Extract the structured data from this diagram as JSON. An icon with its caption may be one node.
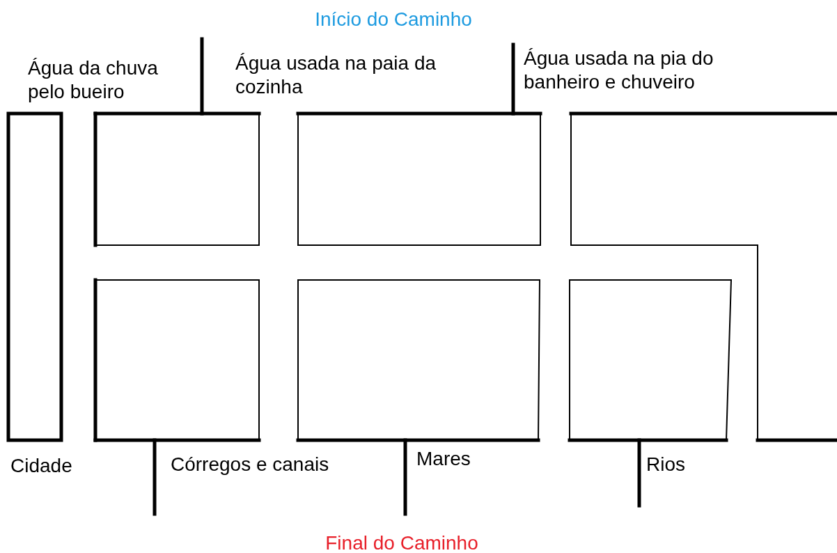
{
  "diagram": {
    "title": "Início do Caminho",
    "caption": "Final do Caminho",
    "labels": [
      "Água da chuva pelo bueiro",
      "Água usada na paia da cozinha",
      "Água usada na pia do banheiro e chuveiro",
      "Cidade",
      "Córregos e canais",
      "Mares",
      "Rios"
    ]
  }
}
